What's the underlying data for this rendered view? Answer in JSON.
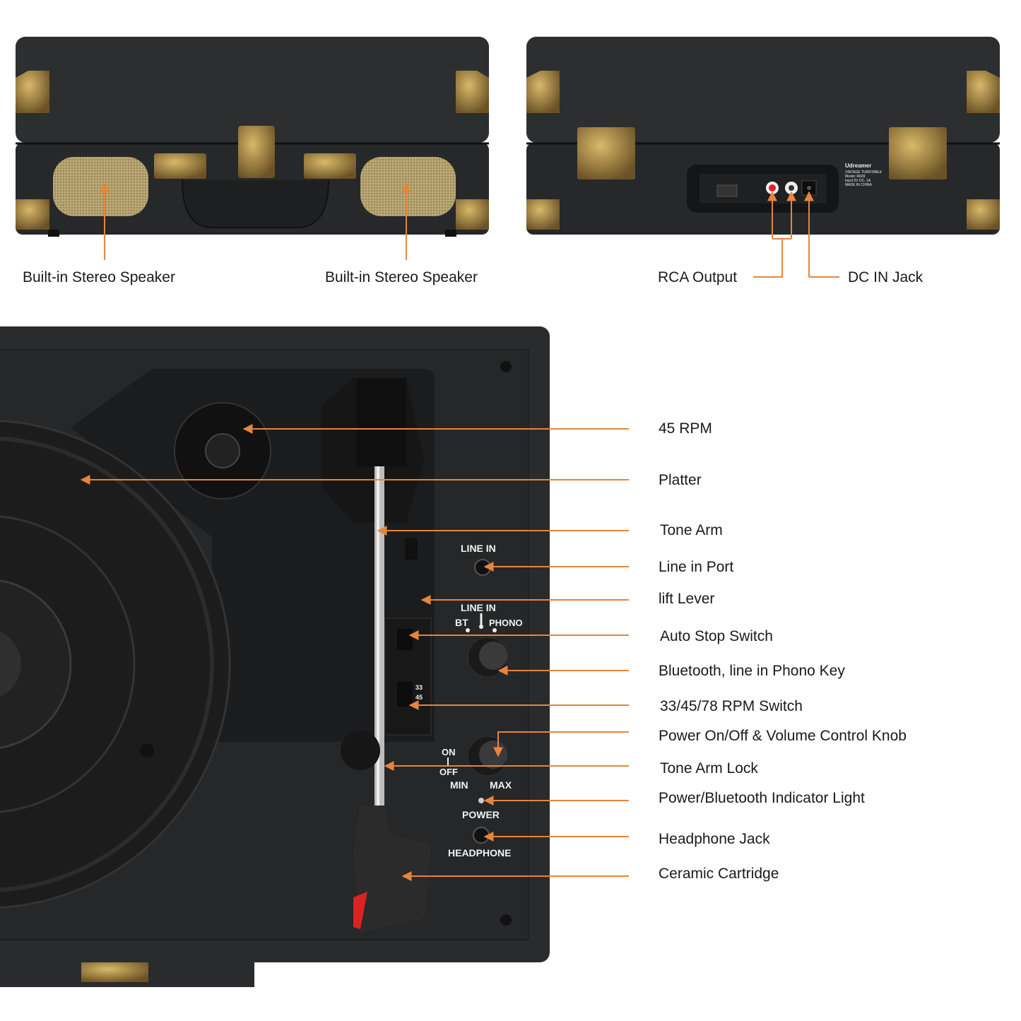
{
  "accent_color": "#e8843c",
  "callouts_top": {
    "speaker_left": "Built-in Stereo Speaker",
    "speaker_right": "Built-in Stereo Speaker",
    "rca_output": "RCA Output",
    "dc_in": "DC IN Jack"
  },
  "back_label": {
    "brand": "Udreamer",
    "product": "VINTAGE TURNTABLE",
    "model": "Model: R609",
    "input": "Input 5V DC, 1A",
    "origin": "MADE IN CHINA"
  },
  "callouts_main": [
    {
      "label": "45 RPM"
    },
    {
      "label": "Platter"
    },
    {
      "label": "Tone Arm"
    },
    {
      "label": "Line in Port"
    },
    {
      "label": "lift Lever"
    },
    {
      "label": "Auto Stop Switch"
    },
    {
      "label": "Bluetooth, line in Phono Key"
    },
    {
      "label": "33/45/78 RPM Switch"
    },
    {
      "label": "Power On/Off & Volume Control Knob"
    },
    {
      "label": "Tone Arm Lock"
    },
    {
      "label": "Power/Bluetooth Indicator Light"
    },
    {
      "label": "Headphone Jack"
    },
    {
      "label": "Ceramic Cartridge"
    }
  ],
  "panel_text": {
    "line_in": "LINE  IN",
    "line_in_2": "LINE  IN",
    "bt": "BT",
    "phono": "PHONO",
    "on": "ON",
    "off": "OFF",
    "min": "MIN",
    "max": "MAX",
    "power": "POWER",
    "headphone": "HEADPHONE",
    "rpm_33": "33",
    "rpm_45": "45"
  }
}
